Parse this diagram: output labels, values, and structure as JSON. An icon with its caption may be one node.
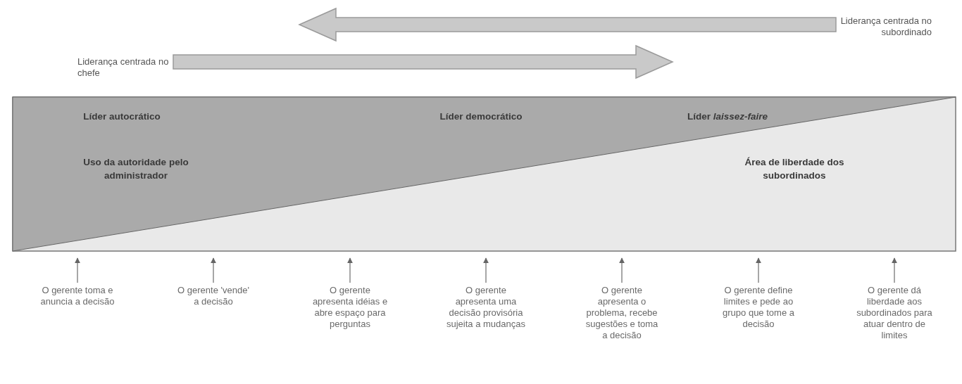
{
  "diagram": {
    "nodes": [
      {
        "text": [
          "Liderança centrada no chefe"
        ]
      },
      {
        "text": [
          "Liderança centrada no subordinado"
        ]
      },
      {
        "text": [
          "Líder autocrático",
          "Líder democrático",
          "Líder *laissez-faire*",
          "Uso da autoridade pelo administrador",
          "Área de liberdade dos subordinados"
        ]
      },
      {
        "text": [
          "O gerente toma e anuncia a decisão"
        ]
      },
      {
        "text": [
          "O gerente 'vende' a decisão"
        ]
      },
      {
        "text": [
          "O gerente apresenta idéias e abre espaço para perguntas"
        ]
      },
      {
        "text": [
          "O gerente apresenta uma decisão provisória sujeita a mudanças"
        ]
      },
      {
        "text": [
          "O gerente apresenta o problema, recebe sugestões e toma a decisão"
        ]
      },
      {
        "text": [
          "O gerente define limites e pede ao grupo que tome a decisão"
        ]
      },
      {
        "text": [
          "O gerente dá liberdade aos subordinados para atuar dentro de limites"
        ]
      }
    ],
    "edges": [
      {
        "from": 1,
        "to": null,
        "arrow": "to",
        "style": "thick"
      },
      {
        "from": 0,
        "to": null,
        "arrow": "to",
        "style": "thick"
      },
      {
        "from": 3,
        "to": 2,
        "arrow": "to"
      },
      {
        "from": 4,
        "to": 2,
        "arrow": "to"
      },
      {
        "from": 5,
        "to": 2,
        "arrow": "to"
      },
      {
        "from": 6,
        "to": 2,
        "arrow": "to"
      },
      {
        "from": 7,
        "to": 2,
        "arrow": "to"
      },
      {
        "from": 8,
        "to": 2,
        "arrow": "to"
      },
      {
        "from": 9,
        "to": 2,
        "arrow": "to"
      }
    ]
  }
}
